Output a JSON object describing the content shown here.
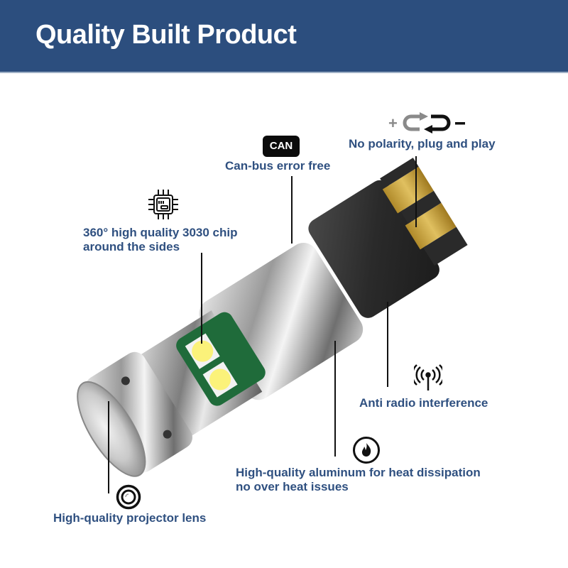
{
  "header": {
    "title": "Quality Built Product",
    "background_color": "#2c4e7e"
  },
  "features": [
    {
      "id": "no-polarity",
      "icon": "polarity-arrows-icon",
      "icon_text_plus": "+",
      "icon_text_minus": "−",
      "label": "No polarity, plug and play"
    },
    {
      "id": "canbus",
      "icon": "can-badge",
      "badge_text": "CAN",
      "label": "Can-bus error free"
    },
    {
      "id": "chip",
      "icon": "chip-icon",
      "label_line1": "360° high quality 3030 chip",
      "label_line2": "around the sides"
    },
    {
      "id": "radio",
      "icon": "antenna-signal-icon",
      "label": "Anti radio interference"
    },
    {
      "id": "aluminum",
      "icon": "flame-icon",
      "label_line1": "High-quality aluminum for heat dissipation",
      "label_line2": "no over heat issues"
    },
    {
      "id": "lens",
      "icon": "lens-target-icon",
      "label": "High-quality projector lens"
    }
  ],
  "colors": {
    "label_text": "#2f5080",
    "leader_lines": "#111111"
  }
}
